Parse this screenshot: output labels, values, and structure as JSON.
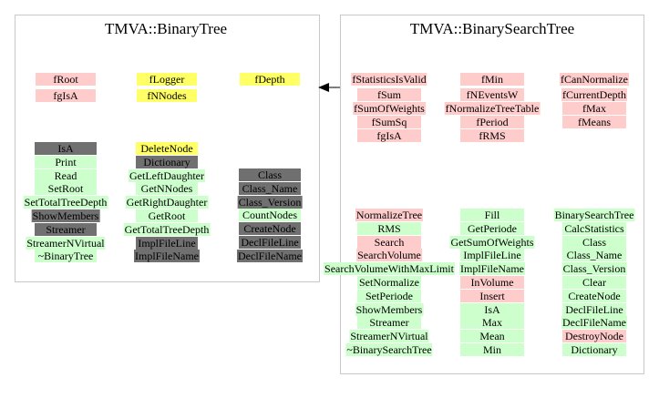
{
  "colors": {
    "pink": "#ffcccc",
    "yellow": "#ffff66",
    "green": "#ccffcc",
    "gray": "#707070",
    "border": "#c8c8c8"
  },
  "left": {
    "title": "TMVA::BinaryTree",
    "members": [
      {
        "text": "fRoot",
        "color": "pink"
      },
      {
        "text": "fgIsA",
        "color": "pink"
      },
      {
        "text": "fLogger",
        "color": "yellow"
      },
      {
        "text": "fNNodes",
        "color": "yellow"
      },
      {
        "text": "fDepth",
        "color": "yellow"
      }
    ],
    "methods": [
      {
        "text": "IsA",
        "color": "gray"
      },
      {
        "text": "Print",
        "color": "green"
      },
      {
        "text": "Read",
        "color": "green"
      },
      {
        "text": "SetRoot",
        "color": "green"
      },
      {
        "text": "SetTotalTreeDepth",
        "color": "green"
      },
      {
        "text": "ShowMembers",
        "color": "gray"
      },
      {
        "text": "Streamer",
        "color": "gray"
      },
      {
        "text": "StreamerNVirtual",
        "color": "green"
      },
      {
        "text": "~BinaryTree",
        "color": "green"
      },
      {
        "text": "DeleteNode",
        "color": "yellow"
      },
      {
        "text": "Dictionary",
        "color": "gray"
      },
      {
        "text": "GetLeftDaughter",
        "color": "green"
      },
      {
        "text": "GetNNodes",
        "color": "green"
      },
      {
        "text": "GetRightDaughter",
        "color": "green"
      },
      {
        "text": "GetRoot",
        "color": "green"
      },
      {
        "text": "GetTotalTreeDepth",
        "color": "green"
      },
      {
        "text": "ImplFileLine",
        "color": "gray"
      },
      {
        "text": "ImplFileName",
        "color": "gray"
      },
      {
        "text": "Class",
        "color": "gray"
      },
      {
        "text": "Class_Name",
        "color": "gray"
      },
      {
        "text": "Class_Version",
        "color": "gray"
      },
      {
        "text": "CountNodes",
        "color": "green"
      },
      {
        "text": "CreateNode",
        "color": "gray"
      },
      {
        "text": "DeclFileLine",
        "color": "gray"
      },
      {
        "text": "DeclFileName",
        "color": "gray"
      }
    ]
  },
  "right": {
    "title": "TMVA::BinarySearchTree",
    "members": [
      {
        "text": "fStatisticsIsValid",
        "color": "pink"
      },
      {
        "text": "fSum",
        "color": "pink"
      },
      {
        "text": "fSumOfWeights",
        "color": "pink"
      },
      {
        "text": "fSumSq",
        "color": "pink"
      },
      {
        "text": "fgIsA",
        "color": "pink"
      },
      {
        "text": "fMin",
        "color": "pink"
      },
      {
        "text": "fNEventsW",
        "color": "pink"
      },
      {
        "text": "fNormalizeTreeTable",
        "color": "pink"
      },
      {
        "text": "fPeriod",
        "color": "pink"
      },
      {
        "text": "fRMS",
        "color": "pink"
      },
      {
        "text": "fCanNormalize",
        "color": "pink"
      },
      {
        "text": "fCurrentDepth",
        "color": "pink"
      },
      {
        "text": "fMax",
        "color": "pink"
      },
      {
        "text": "fMeans",
        "color": "pink"
      }
    ],
    "methods": [
      {
        "text": "NormalizeTree",
        "color": "pink"
      },
      {
        "text": "RMS",
        "color": "green"
      },
      {
        "text": "Search",
        "color": "pink"
      },
      {
        "text": "SearchVolume",
        "color": "pink"
      },
      {
        "text": "SearchVolumeWithMaxLimit",
        "color": "green"
      },
      {
        "text": "SetNormalize",
        "color": "green"
      },
      {
        "text": "SetPeriode",
        "color": "green"
      },
      {
        "text": "ShowMembers",
        "color": "green"
      },
      {
        "text": "Streamer",
        "color": "green"
      },
      {
        "text": "StreamerNVirtual",
        "color": "green"
      },
      {
        "text": "~BinarySearchTree",
        "color": "green"
      },
      {
        "text": "Fill",
        "color": "green"
      },
      {
        "text": "GetPeriode",
        "color": "green"
      },
      {
        "text": "GetSumOfWeights",
        "color": "green"
      },
      {
        "text": "ImplFileLine",
        "color": "green"
      },
      {
        "text": "ImplFileName",
        "color": "green"
      },
      {
        "text": "InVolume",
        "color": "pink"
      },
      {
        "text": "Insert",
        "color": "pink"
      },
      {
        "text": "IsA",
        "color": "green"
      },
      {
        "text": "Max",
        "color": "green"
      },
      {
        "text": "Mean",
        "color": "green"
      },
      {
        "text": "Min",
        "color": "green"
      },
      {
        "text": "BinarySearchTree",
        "color": "green"
      },
      {
        "text": "CalcStatistics",
        "color": "green"
      },
      {
        "text": "Class",
        "color": "green"
      },
      {
        "text": "Class_Name",
        "color": "green"
      },
      {
        "text": "Class_Version",
        "color": "green"
      },
      {
        "text": "Clear",
        "color": "green"
      },
      {
        "text": "CreateNode",
        "color": "green"
      },
      {
        "text": "DeclFileLine",
        "color": "green"
      },
      {
        "text": "DeclFileName",
        "color": "green"
      },
      {
        "text": "DestroyNode",
        "color": "pink"
      },
      {
        "text": "Dictionary",
        "color": "green"
      }
    ]
  }
}
